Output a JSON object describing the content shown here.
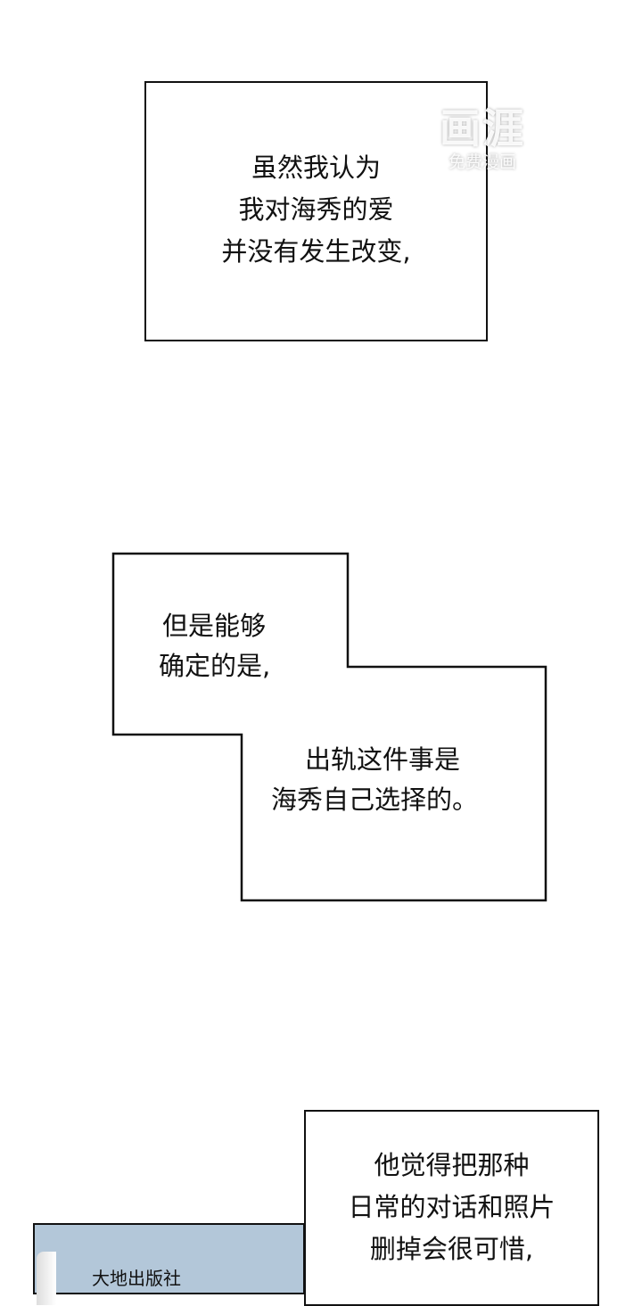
{
  "panels": [
    {
      "lines": [
        "虽然我认为",
        "我对海秀的爱",
        "并没有发生改变,"
      ]
    },
    {
      "lines_top": [
        "但是能够",
        "确定的是,"
      ],
      "lines_bottom": [
        "出轨这件事是",
        "海秀自己选择的。"
      ]
    },
    {
      "lines": [
        "他觉得把那种",
        "日常的对话和照片",
        "删掉会很可惜,"
      ]
    }
  ],
  "scene": {
    "sign_text": "大地出版社",
    "panel_color": "#b3c7d9"
  },
  "watermark": {
    "logo": "画涯",
    "caption": "免费漫画"
  }
}
